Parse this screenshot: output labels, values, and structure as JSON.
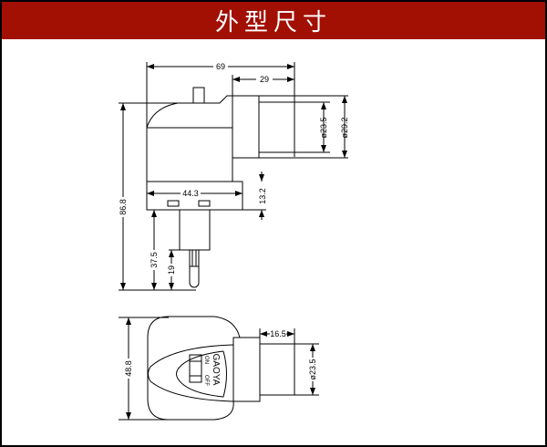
{
  "header": {
    "title": "外型尺寸",
    "background": "#a20f03"
  },
  "drawing": {
    "side_view": {
      "overall_width": "69",
      "barrel_length": "29",
      "inner_diameter": "ø23.5",
      "outer_diameter": "ø29.2",
      "base_width": "44.3",
      "base_height": "13.2",
      "overall_height": "86.8",
      "plug_length": "37.5",
      "pin_length": "19"
    },
    "top_view": {
      "overall_height": "48.8",
      "barrel_length": "16.5",
      "barrel_diameter": "ø23.5",
      "brand": "GAOYA",
      "switch_on": "ON",
      "switch_off": "OFF"
    }
  }
}
